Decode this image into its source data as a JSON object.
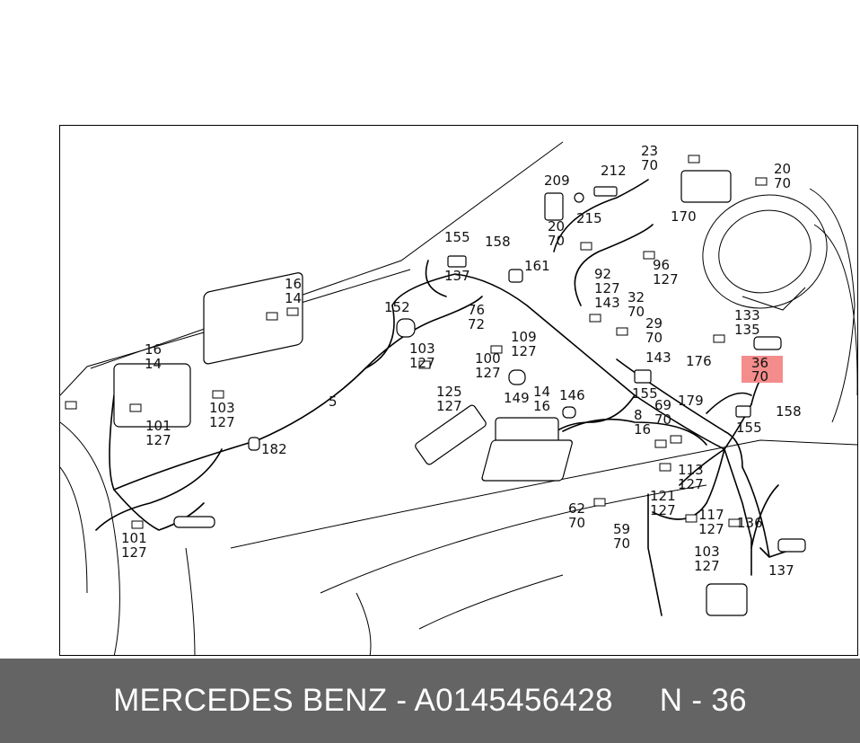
{
  "footer": {
    "title": "MERCEDES BENZ - A0145456428",
    "page_ref": "N - 36",
    "background_color": "#646464",
    "text_color": "#ffffff"
  },
  "highlight": {
    "color": "#f48c8c",
    "callout_top": "36",
    "callout_bottom": "70"
  },
  "callouts": [
    "23",
    "70",
    "20",
    "70",
    "212",
    "209",
    "215",
    "170",
    "20",
    "70",
    "155",
    "158",
    "161",
    "96",
    "127",
    "92",
    "127",
    "143",
    "32",
    "70",
    "16",
    "14",
    "137",
    "152",
    "76",
    "72",
    "109",
    "127",
    "29",
    "70",
    "133",
    "135",
    "16",
    "14",
    "103",
    "127",
    "100",
    "127",
    "143",
    "176",
    "125",
    "127",
    "149",
    "14",
    "16",
    "146",
    "155",
    "69",
    "70",
    "179",
    "158",
    "155",
    "5",
    "101",
    "127",
    "103",
    "127",
    "8",
    "16",
    "182",
    "113",
    "127",
    "121",
    "127",
    "62",
    "70",
    "59",
    "70",
    "117",
    "127",
    "136",
    "101",
    "127",
    "103",
    "127",
    "137"
  ]
}
